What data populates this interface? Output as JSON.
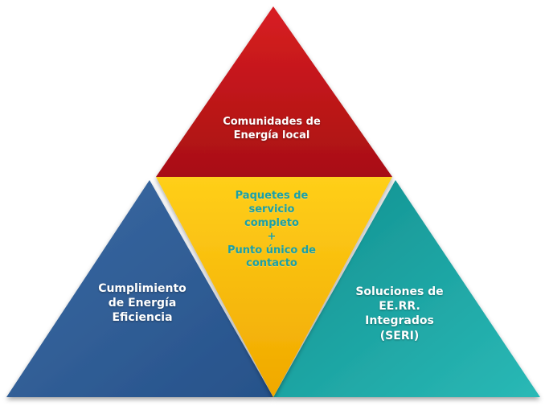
{
  "triangles": {
    "top": {
      "lines": [
        "Comunidades de",
        "Energía local"
      ],
      "color": "#c0171a"
    },
    "center": {
      "lines": [
        "Paquetes de",
        "servicio",
        "completo",
        "+",
        "Punto único de",
        "contacto"
      ],
      "color": "#f5b800",
      "text_color": "#1aa0a8"
    },
    "left": {
      "lines": [
        "Cumplimiento",
        "de Energía",
        "Eficiencia"
      ],
      "color": "#2f5f96"
    },
    "right": {
      "lines": [
        "Soluciones de",
        "EE.RR.",
        "Integrados",
        "(SERI)"
      ],
      "color": "#1aa6a6"
    }
  }
}
